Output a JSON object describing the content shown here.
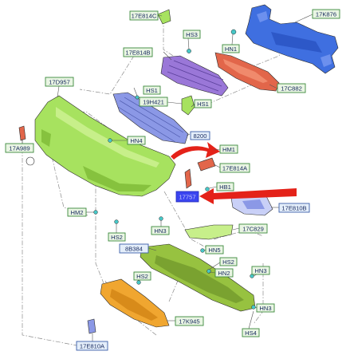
{
  "colors": {
    "label_fill_green": "#e9f5e3",
    "label_border_green": "#3c8a3c",
    "label_fill_blue": "#e4eefa",
    "label_border_blue": "#3a5ea8",
    "label_text": "#16285e",
    "highlight_box": "#3b45f0",
    "arrow_red": "#e42219",
    "bumper_green": "#a7e25f",
    "beam_blue": "#3f6fe0",
    "absorber_red": "#e2664a",
    "grille_purple": "#9a77d8",
    "grille_blue": "#8b98e6",
    "shield_orange": "#f0a630",
    "cover_olive": "#97c240",
    "chrome_green": "#c7ef8a"
  },
  "labels": {
    "17E814C": "17E814C",
    "HS3": "HS3",
    "17K876": "17K876",
    "17E814B": "17E814B",
    "HN1_top": "HN1",
    "17D957": "17D957",
    "HS1_left": "HS1",
    "17C882": "17C882",
    "19H421": "19H421",
    "HS1_right": "HS1",
    "8200": "8200",
    "17A989": "17A989",
    "HN4": "HN4",
    "HM1": "HM1",
    "17E814A": "17E814A",
    "HB1": "HB1",
    "part_number_box": "17757",
    "17E810B": "17E810B",
    "HM2": "HM2",
    "HS2_mid": "HS2",
    "HN3_mid": "HN3",
    "17C829": "17C829",
    "8B384": "8B384",
    "HN5": "HN5",
    "HS2_right": "HS2",
    "HN2": "HN2",
    "HS2_lower": "HS2",
    "HN3_right_top": "HN3",
    "HN3_right_bottom": "HN3",
    "HS4": "HS4",
    "17K945": "17K945",
    "17E810A": "17E810A"
  }
}
